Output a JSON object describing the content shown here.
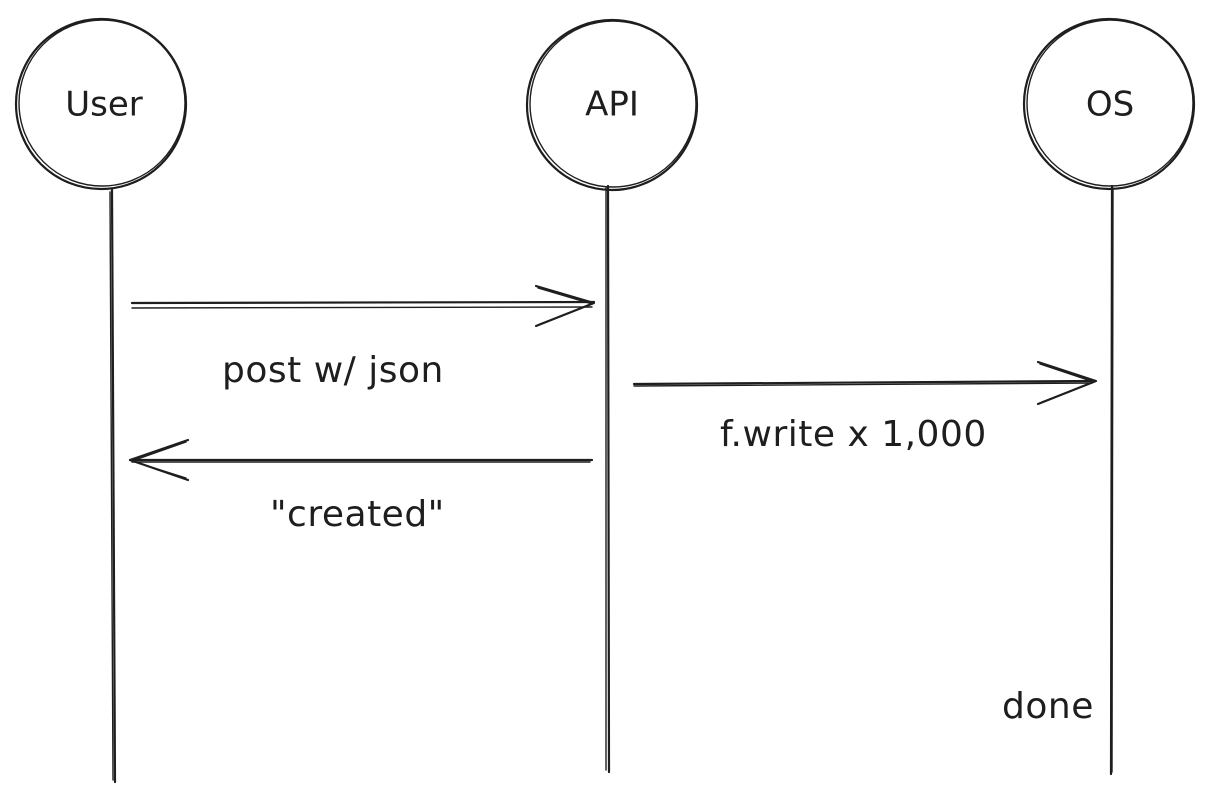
{
  "actors": [
    {
      "id": "user",
      "label": "User"
    },
    {
      "id": "api",
      "label": "API"
    },
    {
      "id": "os",
      "label": "OS"
    }
  ],
  "messages": [
    {
      "id": "post",
      "from": "user",
      "to": "api",
      "label": "post w/ json"
    },
    {
      "id": "write",
      "from": "api",
      "to": "os",
      "label": "f.write x 1,000"
    },
    {
      "id": "created",
      "from": "api",
      "to": "user",
      "label": "\"created\""
    }
  ],
  "notes": [
    {
      "id": "done",
      "actor": "os",
      "label": "done"
    }
  ]
}
